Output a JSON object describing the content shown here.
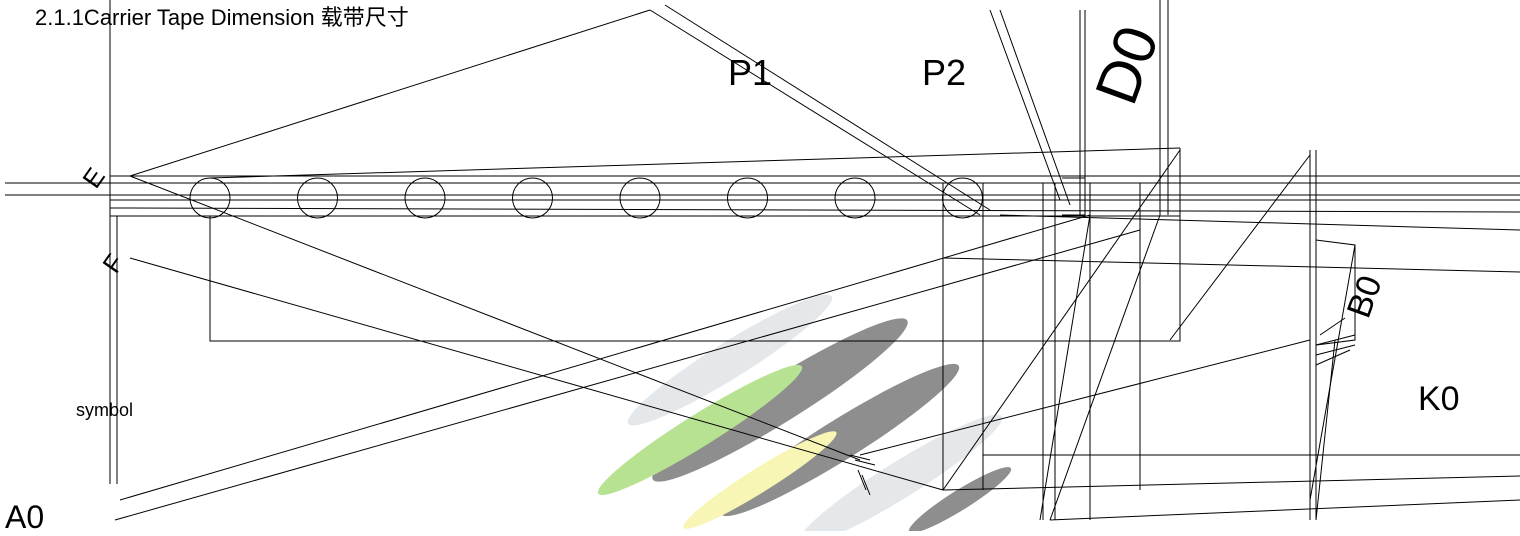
{
  "title": "2.1.1Carrier Tape Dimension 载带尺寸",
  "labels": {
    "p1": "P1",
    "p2": "P2",
    "d0": "D0",
    "e": "E",
    "f": "F",
    "b0": "B0",
    "k0": "K0",
    "a0": "A0",
    "symbol": "symbol"
  },
  "colors": {
    "line": "#000000",
    "background": "#ffffff",
    "watermark_dark": "#333333",
    "watermark_light": "#cfd6dc",
    "watermark_green": "#7ecb3a",
    "watermark_yellow": "#f4f07a"
  },
  "sprocket_hole_count": 8
}
